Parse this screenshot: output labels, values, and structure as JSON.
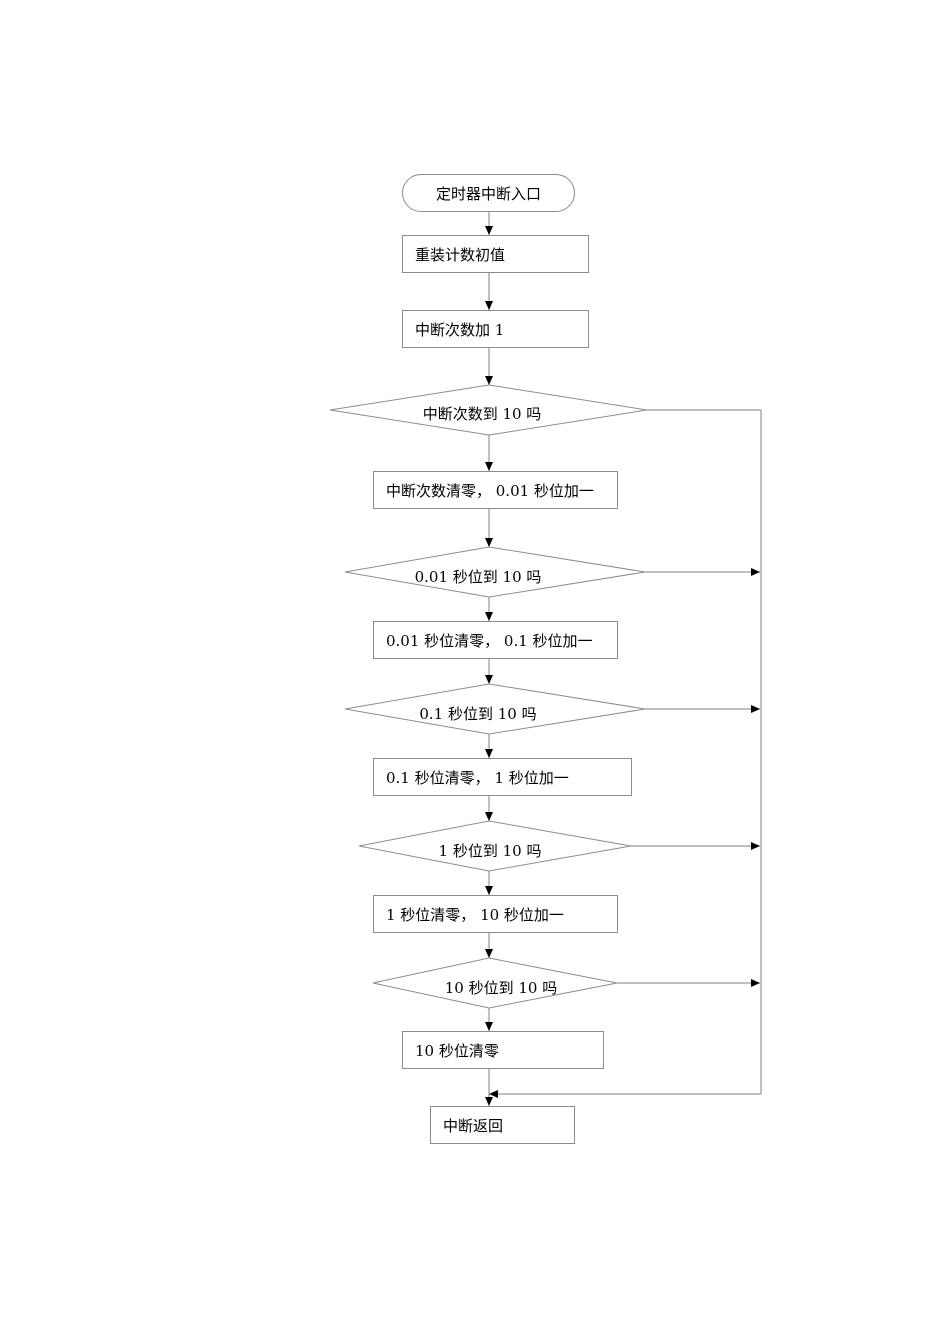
{
  "flowchart": {
    "start": "定时器中断入口",
    "reload": "重装计数初值",
    "increment": "中断次数加 1",
    "decision1": "中断次数到 10 吗",
    "process1": "中断次数清零， 0.01 秒位加一",
    "decision2": "0.01 秒位到 10 吗",
    "process2": "0.01 秒位清零， 0.1 秒位加一",
    "decision3": "0.1 秒位到 10 吗",
    "process3": "0.1 秒位清零， 1 秒位加一",
    "decision4": "1 秒位到 10 吗",
    "process4": "1 秒位清零， 10 秒位加一",
    "decision5": "10 秒位到 10 吗",
    "process5": "10 秒位清零",
    "end": "中断返回"
  },
  "colors": {
    "line": "#808080",
    "arrow": "#000000",
    "border": "#8c8c8c"
  }
}
